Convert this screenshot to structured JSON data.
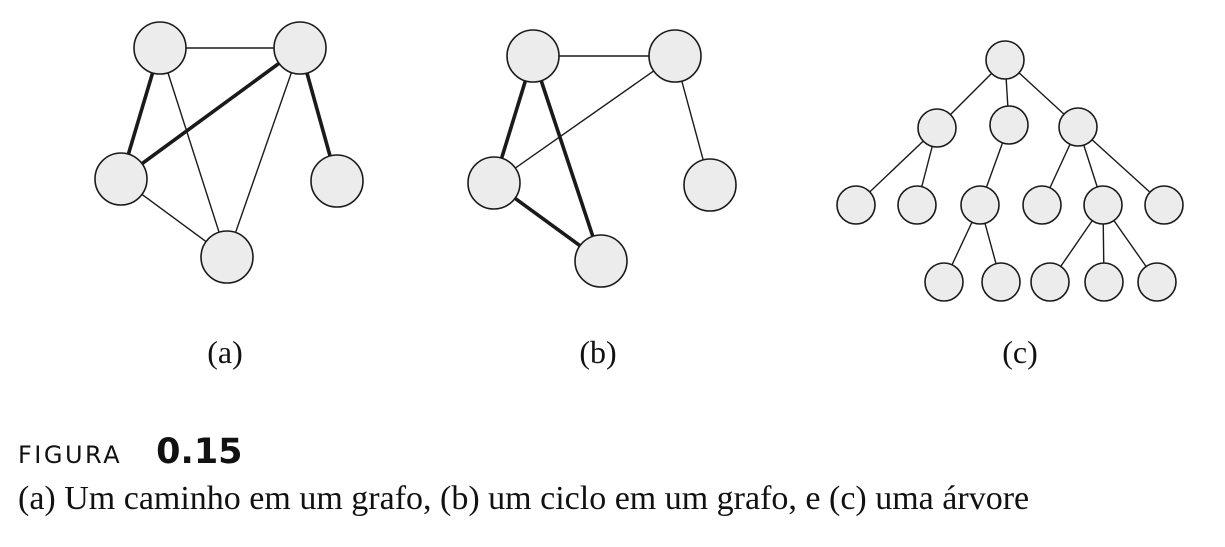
{
  "panels": [
    {
      "id": "a",
      "label": "(a)"
    },
    {
      "id": "b",
      "label": "(b)"
    },
    {
      "id": "c",
      "label": "(c)"
    }
  ],
  "caption": {
    "word": "FIGURA",
    "number": "0.15",
    "text": "(a) Um caminho em um grafo, (b) um ciclo em um grafo, e (c) uma árvore"
  },
  "colors": {
    "node_fill": "#ececec",
    "stroke": "#1a1a1a"
  }
}
